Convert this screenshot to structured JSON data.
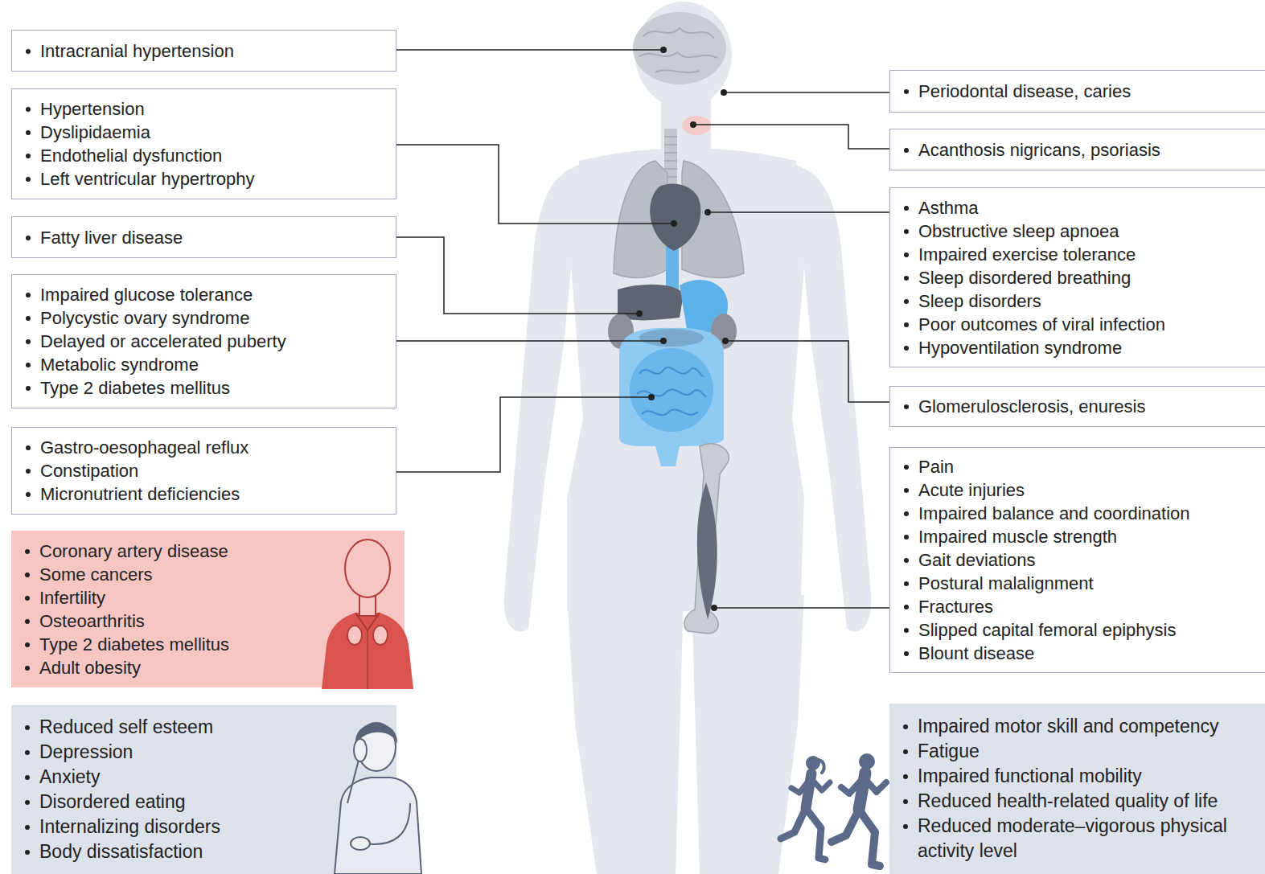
{
  "diagram": {
    "nodes": [
      {
        "text": [
          "Intracranial hypertension"
        ]
      },
      {
        "text": [
          "Hypertension",
          "Dyslipidaemia",
          "Endothelial dysfunction",
          "Left ventricular hypertrophy"
        ]
      },
      {
        "text": [
          "Fatty liver disease"
        ]
      },
      {
        "text": [
          "Impaired glucose tolerance",
          "Polycystic ovary syndrome",
          "Delayed or accelerated puberty",
          "Metabolic syndrome",
          "Type 2 diabetes mellitus"
        ]
      },
      {
        "text": [
          "Gastro-oesophageal reflux",
          "Constipation",
          "Micronutrient deficiencies"
        ]
      },
      {
        "text": [
          "Coronary artery disease",
          "Some cancers",
          "Infertility",
          "Osteoarthritis",
          "Type 2 diabetes mellitus",
          "Adult obesity"
        ]
      },
      {
        "text": [
          "Reduced self esteem",
          "Depression",
          "Anxiety",
          "Disordered eating",
          "Internalizing disorders",
          "Body dissatisfaction"
        ]
      },
      {
        "text": [
          "Periodontal disease, caries"
        ]
      },
      {
        "text": [
          "Acanthosis nigricans, psoriasis"
        ]
      },
      {
        "text": [
          "Asthma",
          "Obstructive sleep apnoea",
          "Impaired exercise tolerance",
          "Sleep disordered breathing",
          "Sleep disorders",
          "Poor outcomes of viral infection",
          "Hypoventilation syndrome"
        ]
      },
      {
        "text": [
          "Glomerulosclerosis, enuresis"
        ]
      },
      {
        "text": [
          "Pain",
          "Acute injuries",
          "Impaired balance and coordination",
          "Impaired muscle strength",
          "Gait deviations",
          "Postural malalignment",
          "Fractures",
          "Slipped capital femoral epiphysis",
          "Blount disease"
        ]
      },
      {
        "text": [
          "Impaired motor skill and competency",
          "Fatigue",
          "Impaired functional mobility",
          "Reduced health-related quality of life",
          "Reduced moderate–vigorous physical activity level"
        ]
      }
    ]
  }
}
